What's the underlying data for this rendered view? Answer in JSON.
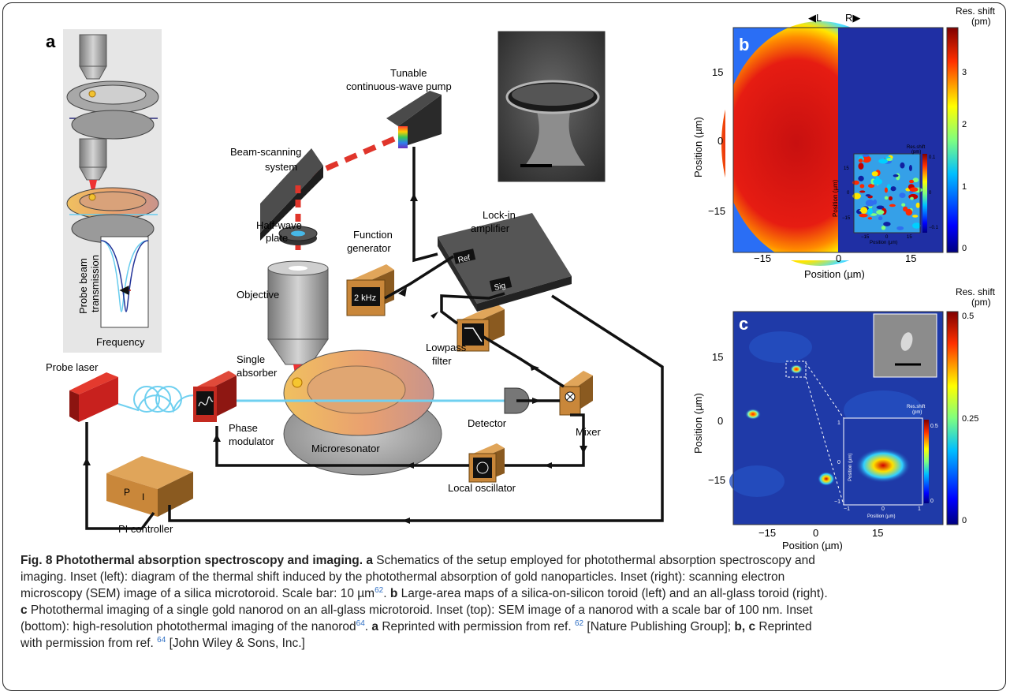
{
  "panel_a": {
    "letter": "a",
    "labels": {
      "pump_l1": "Tunable",
      "pump_l2": "continuous-wave pump",
      "beam_l1": "Beam-scanning",
      "beam_l2": "system",
      "halfwave_l1": "Half-wave",
      "halfwave_l2": "plate",
      "objective": "Objective",
      "absorber_l1": "Single",
      "absorber_l2": "absorber",
      "funcgen_l1": "Function",
      "funcgen_l2": "generator",
      "funcgen_display": "2 kHz",
      "lockin_l1": "Lock-in",
      "lockin_l2": "amplifier",
      "ref": "Ref",
      "sig": "Sig",
      "lowpass_l1": "Lowpass",
      "lowpass_l2": "filter",
      "probe_laser": "Probe laser",
      "phase_l1": "Phase",
      "phase_l2": "modulator",
      "microresonator": "Microresonator",
      "detector": "Detector",
      "mixer": "Mixer",
      "local_osc": "Local oscillator",
      "pi_controller": "PI controller",
      "pi_p": "P",
      "pi_i": "I"
    },
    "inset_left": {
      "ylabel_l1": "Probe beam",
      "ylabel_l2": "transmission",
      "xlabel": "Frequency"
    }
  },
  "panel_b": {
    "letter": "b",
    "top_left": "◀L",
    "top_right": "R▶",
    "colorbar_title_l1": "Res. shift",
    "colorbar_title_l2": "(pm)",
    "colorbar_ticks": [
      "3",
      "2",
      "1",
      "0"
    ],
    "yticks": [
      "15",
      "0",
      "−15"
    ],
    "xticks": [
      "−15",
      "0",
      "15"
    ],
    "xlabel": "Position (µm)",
    "ylabel": "Position (µm)",
    "inset": {
      "title_l1": "Res.shift",
      "title_l2": "(pm)",
      "cb_ticks": [
        "0.1",
        "0",
        "−0.1"
      ],
      "yticks": [
        "15",
        "0",
        "−15"
      ],
      "xticks": [
        "−15",
        "0",
        "15"
      ],
      "xlabel": "Position (µm)",
      "ylabel": "Position (µm)"
    }
  },
  "panel_c": {
    "letter": "c",
    "colorbar_title_l1": "Res. shift",
    "colorbar_title_l2": "(pm)",
    "colorbar_ticks": [
      "0.5",
      "0.25",
      "0"
    ],
    "yticks": [
      "15",
      "0",
      "−15"
    ],
    "xticks": [
      "−15",
      "0",
      "15"
    ],
    "xlabel": "Position (µm)",
    "ylabel": "Position (µm)",
    "inset": {
      "title_l1": "Res.shift",
      "title_l2": "(pm)",
      "cb_ticks": [
        "0.5",
        "0"
      ],
      "yticks": [
        "1",
        "0",
        "−1"
      ],
      "xticks": [
        "−1",
        "0",
        "1"
      ],
      "xlabel": "Position (µm)",
      "ylabel": "Position (µm)"
    }
  },
  "caption": {
    "fig_label": "Fig. 8 Photothermal absorption spectroscopy and imaging.",
    "a": "a",
    "t1": " Schematics of the setup employed for photothermal absorption spectroscopy and",
    "t2": "imaging. Inset (left): diagram of the thermal shift induced by the photothermal absorption of gold nanoparticles. Inset (right): scanning electron",
    "t3": "microscopy (SEM) image of a silica microtoroid. Scale bar: 10 µm",
    "ref62": "62",
    "t4a": ". ",
    "b": "b",
    "t4": " Large-area maps of a silica-on-silicon toroid (left) and an all-glass toroid (right).",
    "c": "c",
    "t5": " Photothermal imaging of a single gold nanorod on an all-glass microtoroid. Inset (top): SEM image of a nanorod with a scale bar of 100 nm. Inset",
    "t6": "(bottom): high-resolution photothermal imaging of the nanorod",
    "ref64": "64",
    "t6b": ". ",
    "a2": "a",
    "t6c": " Reprinted with permission from ref. ",
    "ref62b": "62",
    "t6d": " [Nature Publishing Group]; ",
    "bc": "b, c",
    "t6e": " Reprinted",
    "t7": "with permission from ref. ",
    "ref64b": "64",
    "t7b": " [John Wiley & Sons, Inc.]"
  },
  "colors": {
    "wire": "#111111",
    "orange_box": "#c9873a",
    "red_box": "#c8211e",
    "dark_box": "#3a3a3a",
    "laser_red": "#e0352b",
    "probe_cyan": "#6fd0f0",
    "link": "#2f6fc4"
  }
}
